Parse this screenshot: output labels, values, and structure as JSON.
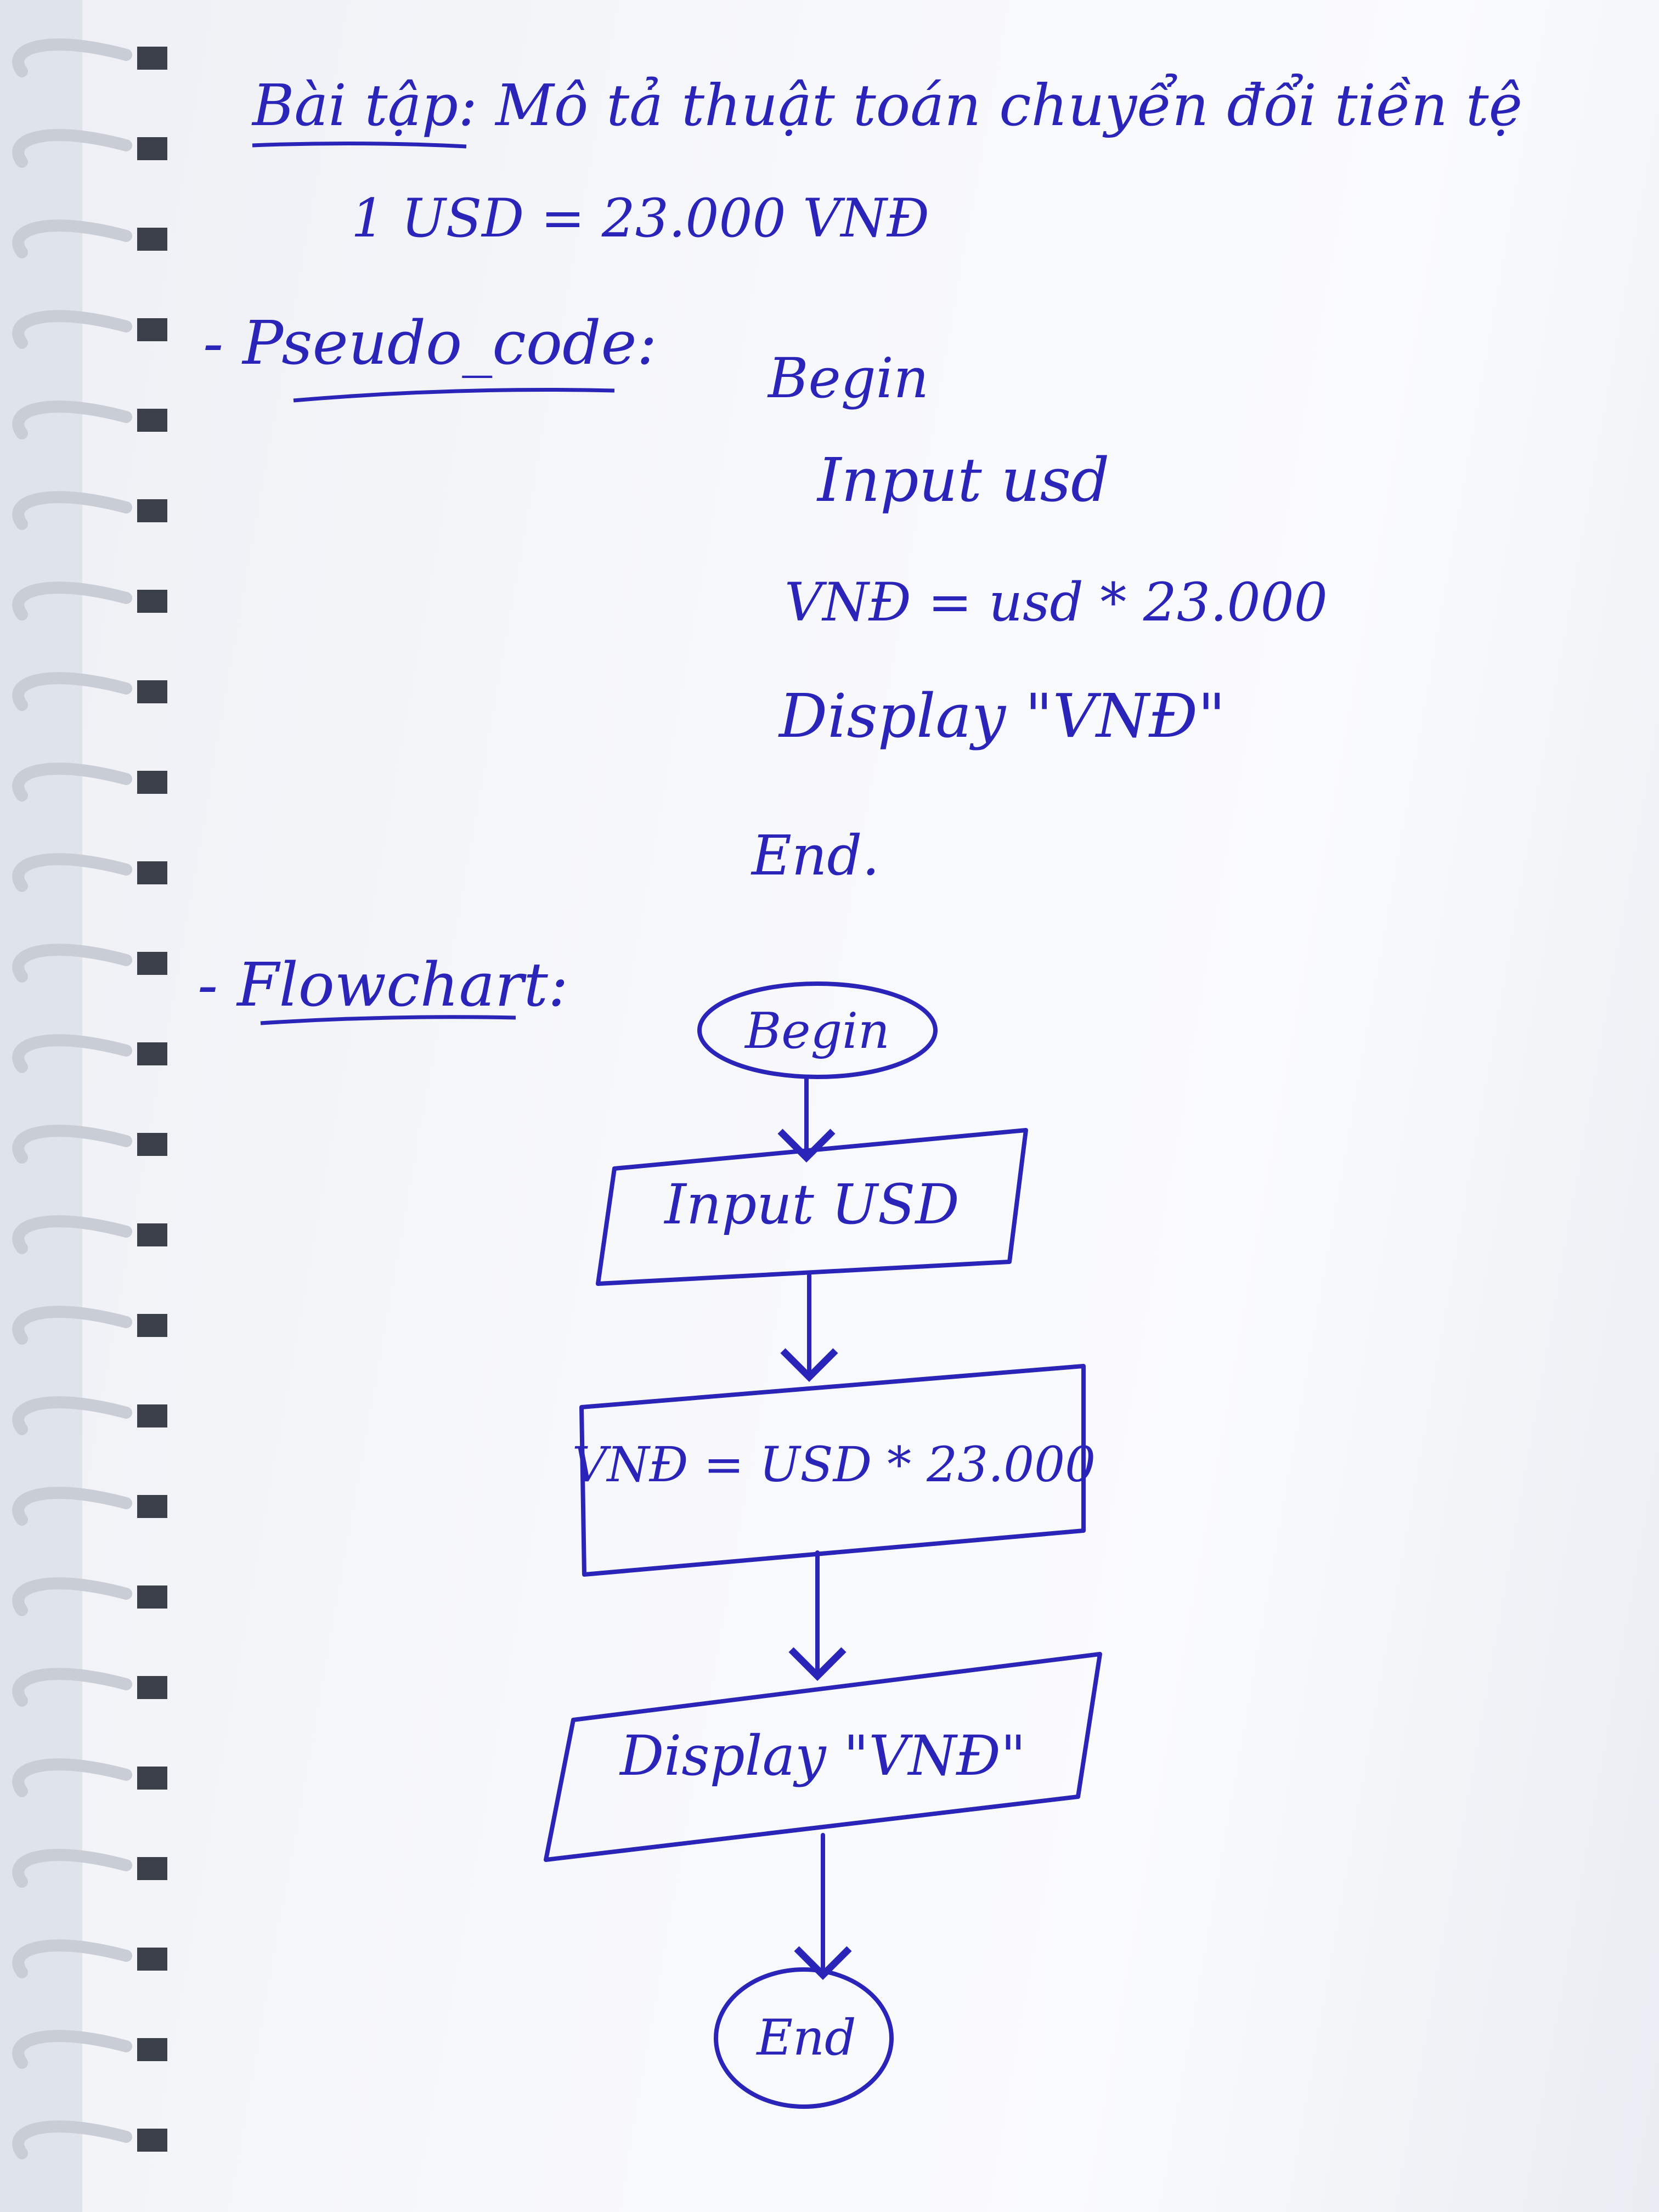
{
  "colors": {
    "ink": "#2a24b8",
    "paper": "#f5f6f9",
    "coil": "#c9cdd6"
  },
  "notes": {
    "title": "Bài tập: Mô tả thuật toán chuyển đổi tiền tệ",
    "rate": "1 USD = 23.000 VNĐ",
    "pseudo_heading": "- Pseudo_code:",
    "pseudo_lines": [
      "Begin",
      "Input usd",
      "VNĐ = usd * 23.000",
      "Display \"VNĐ\"",
      "End."
    ],
    "flow_heading": "- Flowchart:"
  },
  "flowchart": {
    "start": "Begin",
    "input": "Input USD",
    "process": "VNĐ = USD * 23.000",
    "output": "Display \"VNĐ\"",
    "end": "End"
  }
}
